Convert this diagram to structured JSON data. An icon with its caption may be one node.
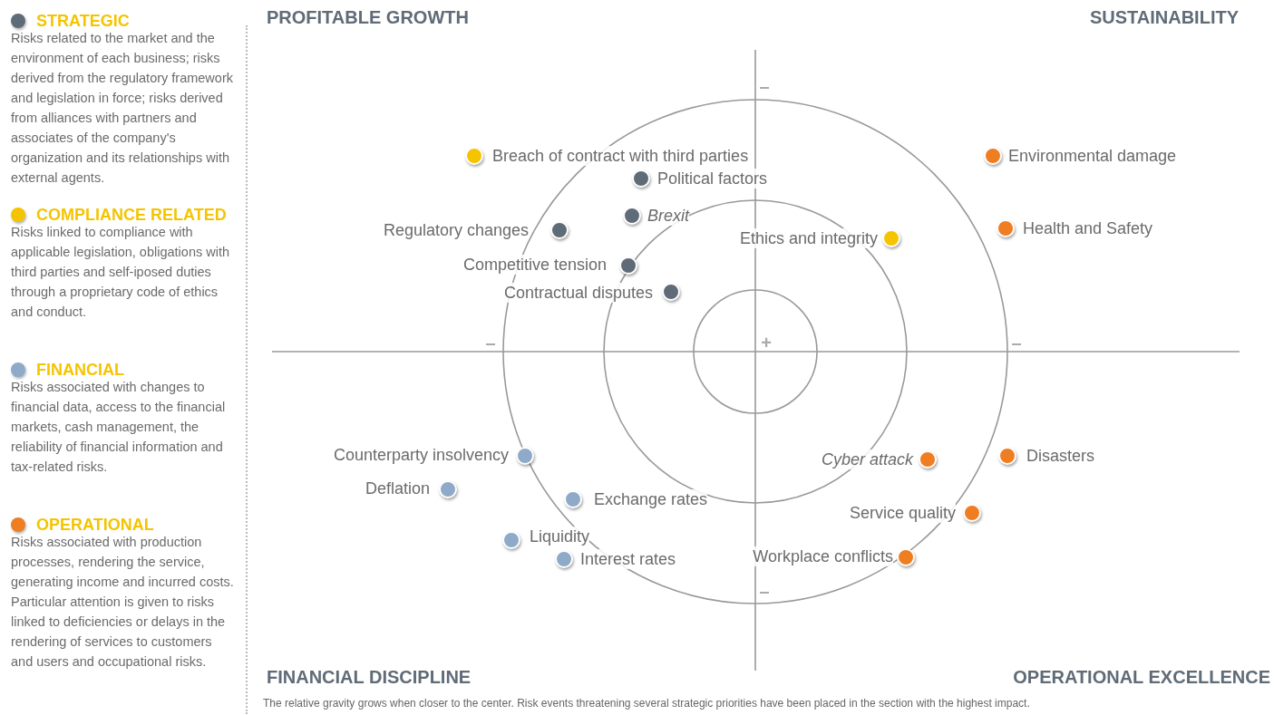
{
  "diagram": {
    "caption": "The relative gravity grows when closer to the center. Risk events threatening several strategic priorities have been placed in the section with the highest impact.",
    "labels": [
      "Risks related to the market and the environment of each business; risks derived from the regulatory framework and legislation in force; risks derived from alliances with partners and associates of the company's organization and its relationships with external agents.",
      "Risks linked to compliance with applicable legislation, obligations with third parties and self-iposed duties through a proprietary code of ethics and conduct.",
      "Risks associated with changes to financial data, access to the financial markets, cash management, the reliability of financial information and tax-related risks.",
      "Risks associated with production processes, rendering the service, generating income and incurred costs. Particular attention is given to risks linked to deficiencies or delays in the rendering of services to customers and users and occupational risks.",
      "PROFITABLE GROWTH",
      "SUSTAINABILITY",
      "–",
      "Breach of contract with third parties",
      "Environmental damage",
      "Political factors",
      "Brexit",
      "Regulatory changes",
      "Health and Safety",
      "Ethics and integrity",
      "Competitive tension",
      "Contractual disputes",
      "–",
      "+",
      "–",
      "Counterparty insolvency",
      "Cyber attack",
      "Disasters",
      "Deflation",
      "Exchange rates",
      "Service quality",
      "Liquidity",
      "Interest rates",
      "Workplace conflicts",
      "–",
      "FINANCIAL DISCIPLINE",
      "OPERATIONAL EXCELLENCE"
    ],
    "legend": [
      {
        "text": "STRATEGIC",
        "color": "#5f6b77"
      },
      {
        "text": "COMPLIANCE RELATED",
        "color": "#f5c400"
      },
      {
        "text": "FINANCIAL",
        "color": "#8eaac8"
      },
      {
        "text": "OPERATIONAL",
        "color": "#ef7d22"
      }
    ]
  }
}
